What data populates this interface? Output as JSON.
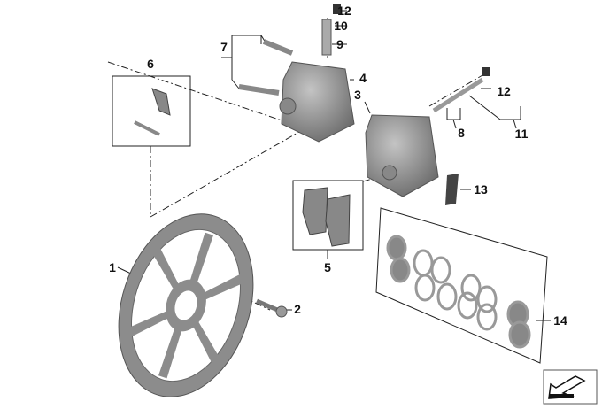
{
  "diagram": {
    "callouts": [
      "12",
      "10",
      "9",
      "7",
      "6",
      "4",
      "3",
      "12",
      "8",
      "11",
      "13",
      "5",
      "1",
      "2",
      "14"
    ]
  },
  "colors": {
    "part": "#8a8a8a",
    "part_dark": "#5e5e5e",
    "part_light": "#b5b5b5",
    "line": "#222222"
  }
}
